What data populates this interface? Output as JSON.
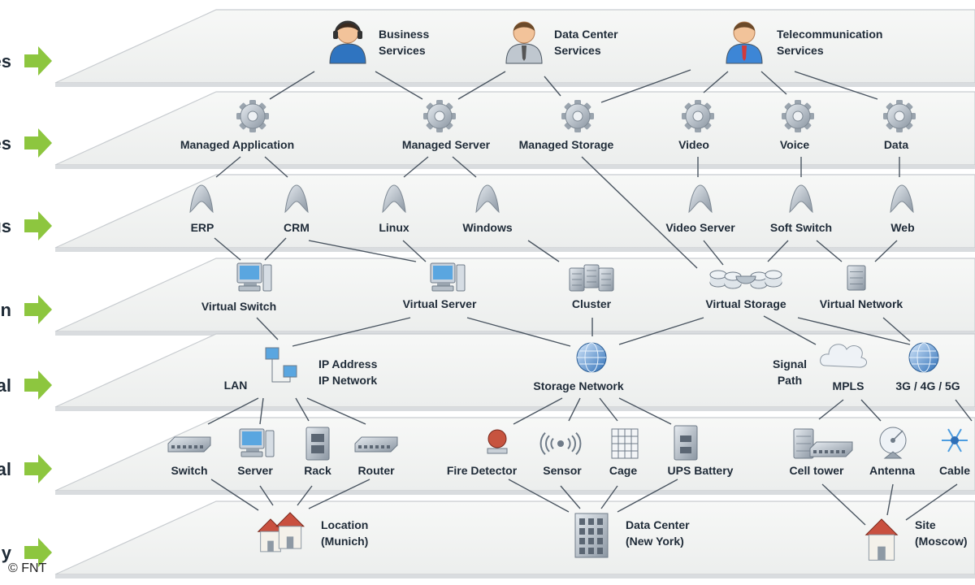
{
  "layers": [
    {
      "label": "es"
    },
    {
      "label": "es"
    },
    {
      "label": "us"
    },
    {
      "label": "n"
    },
    {
      "label": "al"
    },
    {
      "label": "al"
    },
    {
      "label": "y"
    }
  ],
  "nodes": {
    "business_services": {
      "label": [
        "Business",
        "Services"
      ],
      "icon": "person-headset-icon"
    },
    "data_center_services": {
      "label": [
        "Data Center",
        "Services"
      ],
      "icon": "person-suit-icon"
    },
    "telecom_services": {
      "label": [
        "Telecommunication",
        "Services"
      ],
      "icon": "person-tie-icon"
    },
    "managed_application": {
      "label": [
        "Managed Application"
      ],
      "icon": "gear-icon"
    },
    "managed_server": {
      "label": [
        "Managed Server"
      ],
      "icon": "gear-icon"
    },
    "managed_storage": {
      "label": [
        "Managed Storage"
      ],
      "icon": "gear-icon"
    },
    "video": {
      "label": [
        "Video"
      ],
      "icon": "gear-icon"
    },
    "voice": {
      "label": [
        "Voice"
      ],
      "icon": "gear-icon"
    },
    "data": {
      "label": [
        "Data"
      ],
      "icon": "gear-icon"
    },
    "erp": {
      "label": [
        "ERP"
      ],
      "icon": "app-icon"
    },
    "crm": {
      "label": [
        "CRM"
      ],
      "icon": "app-icon"
    },
    "linux": {
      "label": [
        "Linux"
      ],
      "icon": "app-icon"
    },
    "windows": {
      "label": [
        "Windows"
      ],
      "icon": "app-icon"
    },
    "video_server": {
      "label": [
        "Video Server"
      ],
      "icon": "app-icon"
    },
    "soft_switch": {
      "label": [
        "Soft Switch"
      ],
      "icon": "app-icon"
    },
    "web": {
      "label": [
        "Web"
      ],
      "icon": "app-icon"
    },
    "virtual_switch": {
      "label": [
        "Virtual Switch"
      ],
      "icon": "computer-icon"
    },
    "virtual_server": {
      "label": [
        "Virtual Server"
      ],
      "icon": "computer-icon"
    },
    "cluster": {
      "label": [
        "Cluster"
      ],
      "icon": "cluster-icon"
    },
    "virtual_storage": {
      "label": [
        "Virtual Storage"
      ],
      "icon": "storage-icon"
    },
    "virtual_network": {
      "label": [
        "Virtual Network"
      ],
      "icon": "server-stack-icon"
    },
    "lan": {
      "label": [
        "LAN"
      ],
      "icon": ""
    },
    "ip_network": {
      "label": [
        "IP Address",
        "IP Network"
      ],
      "icon": "network-computers-icon"
    },
    "storage_network": {
      "label": [
        "Storage Network"
      ],
      "icon": "globe-icon"
    },
    "signal_path": {
      "label": [
        "Signal",
        "Path"
      ],
      "icon": ""
    },
    "mpls": {
      "label": [
        "MPLS"
      ],
      "icon": "cloud-icon"
    },
    "mobile_net": {
      "label": [
        "3G / 4G / 5G"
      ],
      "icon": "globe-icon"
    },
    "switch": {
      "label": [
        "Switch"
      ],
      "icon": "switch-device-icon"
    },
    "server": {
      "label": [
        "Server"
      ],
      "icon": "computer-icon"
    },
    "rack": {
      "label": [
        "Rack"
      ],
      "icon": "rack-icon"
    },
    "router": {
      "label": [
        "Router"
      ],
      "icon": "router-icon"
    },
    "fire_detector": {
      "label": [
        "Fire Detector"
      ],
      "icon": "fire-detector-icon"
    },
    "sensor": {
      "label": [
        "Sensor"
      ],
      "icon": "sensor-icon"
    },
    "cage": {
      "label": [
        "Cage"
      ],
      "icon": "cage-icon"
    },
    "ups_battery": {
      "label": [
        "UPS Battery"
      ],
      "icon": "ups-icon"
    },
    "cell_tower": {
      "label": [
        "Cell tower"
      ],
      "icon": "cell-tower-icon"
    },
    "antenna": {
      "label": [
        "Antenna"
      ],
      "icon": "antenna-icon"
    },
    "cable": {
      "label": [
        "Cable"
      ],
      "icon": "cable-icon"
    },
    "location_munich": {
      "label": [
        "Location",
        "(Munich)"
      ],
      "icon": "houses-icon"
    },
    "data_center_ny": {
      "label": [
        "Data Center",
        "(New York)"
      ],
      "icon": "building-icon"
    },
    "site_moscow": {
      "label": [
        "Site",
        "(Moscow)"
      ],
      "icon": "house-icon"
    }
  },
  "edges": [
    [
      "business_services",
      "managed_application"
    ],
    [
      "business_services",
      "managed_server"
    ],
    [
      "data_center_services",
      "managed_server"
    ],
    [
      "data_center_services",
      "managed_storage"
    ],
    [
      "telecom_services",
      "managed_storage"
    ],
    [
      "telecom_services",
      "video"
    ],
    [
      "telecom_services",
      "voice"
    ],
    [
      "telecom_services",
      "data"
    ],
    [
      "managed_application",
      "erp"
    ],
    [
      "managed_application",
      "crm"
    ],
    [
      "managed_server",
      "linux"
    ],
    [
      "managed_server",
      "windows"
    ],
    [
      "managed_storage",
      "virtual_storage"
    ],
    [
      "video",
      "video_server"
    ],
    [
      "voice",
      "soft_switch"
    ],
    [
      "data",
      "web"
    ],
    [
      "erp",
      "virtual_switch"
    ],
    [
      "crm",
      "virtual_switch"
    ],
    [
      "crm",
      "virtual_server"
    ],
    [
      "linux",
      "virtual_server"
    ],
    [
      "windows",
      "cluster"
    ],
    [
      "video_server",
      "virtual_storage"
    ],
    [
      "soft_switch",
      "virtual_storage"
    ],
    [
      "soft_switch",
      "virtual_network"
    ],
    [
      "web",
      "virtual_network"
    ],
    [
      "virtual_switch",
      "ip_network"
    ],
    [
      "virtual_server",
      "ip_network"
    ],
    [
      "virtual_server",
      "storage_network"
    ],
    [
      "cluster",
      "storage_network"
    ],
    [
      "virtual_storage",
      "storage_network"
    ],
    [
      "virtual_storage",
      "mpls"
    ],
    [
      "virtual_storage",
      "mobile_net"
    ],
    [
      "virtual_network",
      "mobile_net"
    ],
    [
      "ip_network",
      "switch"
    ],
    [
      "ip_network",
      "server"
    ],
    [
      "ip_network",
      "rack"
    ],
    [
      "ip_network",
      "router"
    ],
    [
      "storage_network",
      "fire_detector"
    ],
    [
      "storage_network",
      "sensor"
    ],
    [
      "storage_network",
      "cage"
    ],
    [
      "storage_network",
      "ups_battery"
    ],
    [
      "mpls",
      "cell_tower"
    ],
    [
      "mpls",
      "antenna"
    ],
    [
      "mobile_net",
      "cable"
    ],
    [
      "switch",
      "location_munich"
    ],
    [
      "server",
      "location_munich"
    ],
    [
      "rack",
      "location_munich"
    ],
    [
      "router",
      "location_munich"
    ],
    [
      "fire_detector",
      "data_center_ny"
    ],
    [
      "sensor",
      "data_center_ny"
    ],
    [
      "cage",
      "data_center_ny"
    ],
    [
      "ups_battery",
      "data_center_ny"
    ],
    [
      "cell_tower",
      "site_moscow"
    ],
    [
      "antenna",
      "site_moscow"
    ],
    [
      "cable",
      "site_moscow"
    ]
  ],
  "copyright": "© FNT",
  "colors": {
    "arrow": "#8dc63f",
    "layer_fill": "#f3f4f3",
    "layer_stroke": "#c8ccd0",
    "line": "#4a5561",
    "text": "#1f2b38"
  }
}
